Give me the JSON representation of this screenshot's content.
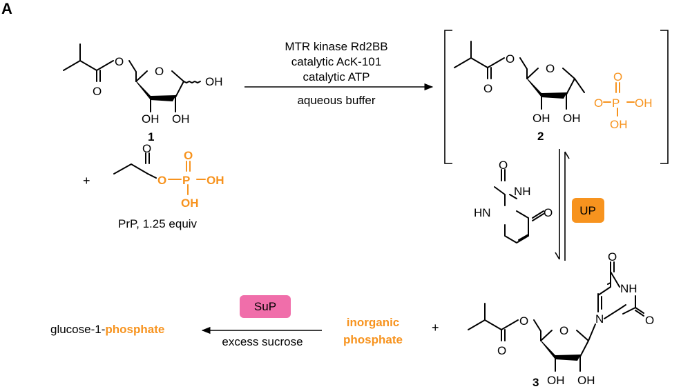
{
  "panel_label": "A",
  "compounds": {
    "c1": {
      "label": "1",
      "atoms": {
        "o_carbonyl": "O",
        "o_ester": "O",
        "o_ring": "O",
        "oh_anomeric": "OH",
        "oh_c3": "OH",
        "oh_c2": "OH"
      }
    },
    "prp": {
      "label": "PrP, 1.25 equiv",
      "atoms": {
        "o_carbonyl": "O",
        "o_link": "O",
        "p": "P",
        "o_top": "O",
        "oh_right": "OH",
        "oh_bottom": "OH"
      }
    },
    "c2": {
      "label": "2",
      "atoms": {
        "o_carbonyl": "O",
        "o_ester": "O",
        "o_ring": "O",
        "o_link": "O",
        "p": "P",
        "o_top": "O",
        "oh_right": "OH",
        "oh_bottom": "OH",
        "oh_c3": "OH",
        "oh_c2": "OH"
      }
    },
    "uracil": {
      "atoms": {
        "o_top": "O",
        "nh_top": "NH",
        "hn_left": "HN",
        "o_right": "O"
      }
    },
    "c3": {
      "label": "3",
      "atoms": {
        "o_carbonyl": "O",
        "o_ester": "O",
        "o_ring": "O",
        "n1": "N",
        "o_top": "O",
        "nh": "NH",
        "o_right": "O",
        "oh_c3": "OH",
        "oh_c2": "OH"
      }
    }
  },
  "plus_signs": {
    "first": "+",
    "second": "+"
  },
  "reaction_1": {
    "conditions_above": [
      "MTR kinase Rd2BB",
      "catalytic AcK-101",
      "catalytic ATP"
    ],
    "conditions_below": "aqueous buffer"
  },
  "enzymes": {
    "up": {
      "label": "UP",
      "color": "#f7931e",
      "text_color": "#000000"
    },
    "sup": {
      "label": "SuP",
      "color": "#f06eaa",
      "text_color": "#000000"
    }
  },
  "byproduct": {
    "line1": "inorganic",
    "line2": "phosphate",
    "color": "#f7931e"
  },
  "product": {
    "prefix": "glucose-1-",
    "highlight": "phosphate",
    "highlight_color": "#f7931e"
  },
  "reaction_3": {
    "conditions_below": "excess sucrose"
  },
  "colors": {
    "phosphate": "#f7931e",
    "up_box": "#f7931e",
    "sup_box": "#f06eaa",
    "ink": "#000000"
  }
}
